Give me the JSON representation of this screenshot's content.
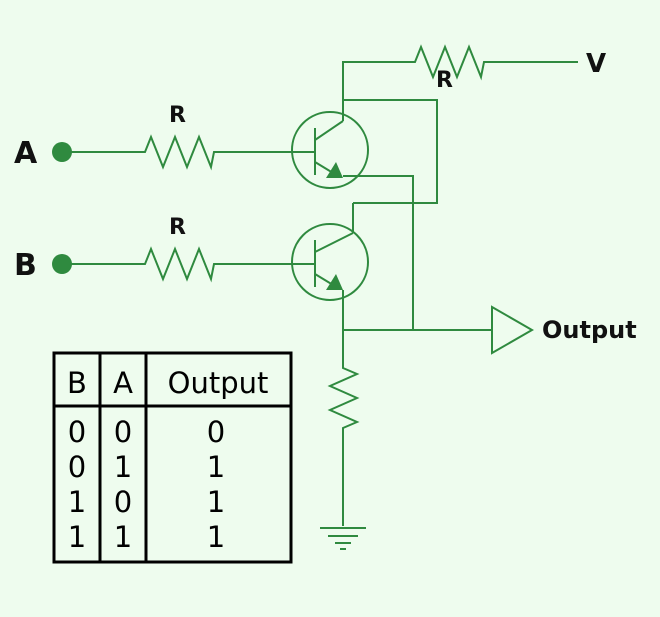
{
  "colors": {
    "background": "#eefcee",
    "circuit": "#2f8a3f",
    "text": "#111111"
  },
  "labels": {
    "input_a": "A",
    "input_b": "B",
    "resistor_a": "R",
    "resistor_b": "R",
    "resistor_top": "R",
    "supply": "V",
    "output": "Output"
  },
  "truth_table": {
    "headers": [
      "B",
      "A",
      "Output"
    ],
    "rows": [
      [
        "0",
        "0",
        "0"
      ],
      [
        "0",
        "1",
        "1"
      ],
      [
        "1",
        "0",
        "1"
      ],
      [
        "1",
        "1",
        "1"
      ]
    ]
  }
}
